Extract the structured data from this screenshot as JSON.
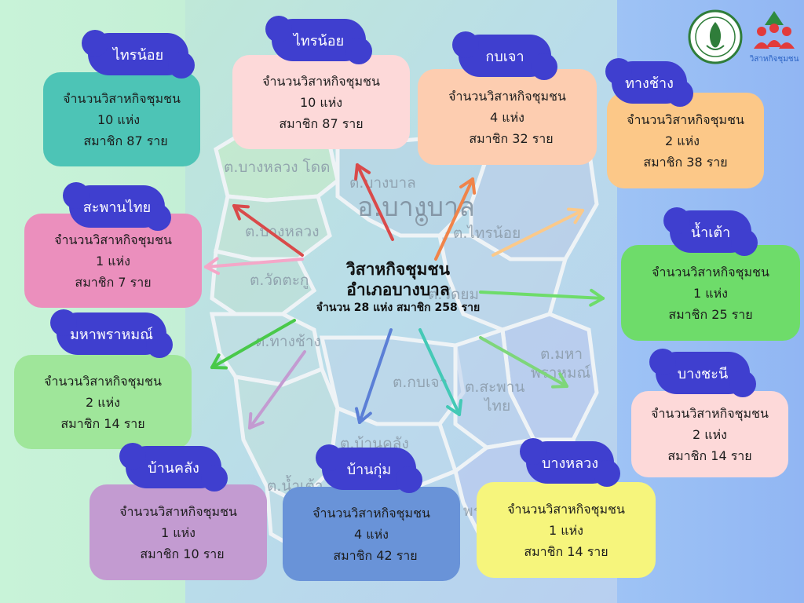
{
  "center": {
    "line1": "วิสาหกิจชุมชน",
    "line2": "อำเภอบางบาล",
    "line3": "จำนวน 28 แห่ง สมาชิก 258 ราย"
  },
  "map_labels": {
    "bangluang_dot": "ต.บางหลวง โดด",
    "bangban_small": "ต.บางบาล",
    "amphoe": "อ.บางบาล",
    "bangluang": "ต.บางหลวง",
    "sainoi": "ต.ไทรน้อย",
    "wattaku": "ต.วัดตะกู",
    "yom": "ต.วัดยม",
    "thangchang": "ต.ทางช้าง",
    "maha": "ต.มหา",
    "phram": "พราหมณ์",
    "kobchao": "ต.กบเจา",
    "saphan": "ต.สะพาน",
    "thai": "ไทย",
    "bankhlang": "ต.บ้านคลัง",
    "namtao": "ต.น้ำเต้า",
    "pra": "พระ"
  },
  "cards": [
    {
      "tag": "ไทรน้อย",
      "line1": "จำนวนวิสาหกิจชุมชน",
      "line2": "10 แห่ง",
      "line3": "สมาชิก 87 ราย",
      "color": "#4dc4b6"
    },
    {
      "tag": "ไทรน้อย",
      "line1": "จำนวนวิสาหกิจชุมชน",
      "line2": "10 แห่ง",
      "line3": "สมาชิก 87 ราย",
      "color": "#fdd9d9"
    },
    {
      "tag": "กบเจา",
      "line1": "จำนวนวิสาหกิจชุมชน",
      "line2": "4 แห่ง",
      "line3": "สมาชิก 32 ราย",
      "color": "#fdcdb0"
    },
    {
      "tag": "ทางช้าง",
      "line1": "จำนวนวิสาหกิจชุมชน",
      "line2": "2 แห่ง",
      "line3": "สมาชิก 38 ราย",
      "color": "#fcc888"
    },
    {
      "tag": "สะพานไทย",
      "line1": "จำนวนวิสาหกิจชุมชน",
      "line2": "1 แห่ง",
      "line3": "สมาชิก 7 ราย",
      "color": "#eb8fbd"
    },
    {
      "tag": "น้ำเต้า",
      "line1": "จำนวนวิสาหกิจชุมชน",
      "line2": "1 แห่ง",
      "line3": "สมาชิก 25 ราย",
      "color": "#6edc6a"
    },
    {
      "tag": "มหาพราหมณ์",
      "line1": "จำนวนวิสาหกิจชุมชน",
      "line2": "2 แห่ง",
      "line3": "สมาชิก 14 ราย",
      "color": "#9fe69a"
    },
    {
      "tag": "บางชะนี",
      "line1": "จำนวนวิสาหกิจชุมชน",
      "line2": "2 แห่ง",
      "line3": "สมาชิก 14 ราย",
      "color": "#fdd9d9"
    },
    {
      "tag": "บ้านคลัง",
      "line1": "จำนวนวิสาหกิจชุมชน",
      "line2": "1 แห่ง",
      "line3": "สมาชิก 10 ราย",
      "color": "#c39bd1"
    },
    {
      "tag": "บ้านกุ่ม",
      "line1": "จำนวนวิสาหกิจชุมชน",
      "line2": "4 แห่ง",
      "line3": "สมาชิก 42 ราย",
      "color": "#6993d8"
    },
    {
      "tag": "บางหลวง",
      "line1": "จำนวนวิสาหกิจชุมชน",
      "line2": "1 แห่ง",
      "line3": "สมาชิก 14 ราย",
      "color": "#f6f57c"
    }
  ],
  "arrow_colors": [
    "#d94a4a",
    "#d94a4a",
    "#f0844a",
    "#fbc98a",
    "#f4a7c8",
    "#6edc6a",
    "#49c94a",
    "#c39bd1",
    "#5b7fd6",
    "#44c9b6",
    "#7ed67a"
  ],
  "logos": {
    "left": "agriculture-seal-icon",
    "right": "community-enterprise-logo-icon",
    "right_text": "วิสาหกิจชุมชน"
  }
}
